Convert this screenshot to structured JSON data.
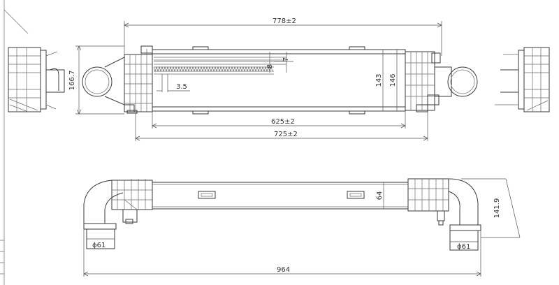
{
  "dimensions": {
    "top_overall_length": "778±2",
    "core_length": "625±2",
    "tank_length": "725±2",
    "height_left": "166.7",
    "core_height_inner": "143",
    "core_height_outer": "146",
    "fin_gap_a": "8",
    "fin_gap_b": "7",
    "tube_pitch": "3.5",
    "bottom_overall_length": "964",
    "bottom_height": "141.9",
    "core_depth": "64",
    "inlet_diameter": "ϕ61",
    "outlet_diameter": "ϕ61"
  },
  "colors": {
    "line": "#3a3a3a",
    "background": "#ffffff"
  }
}
